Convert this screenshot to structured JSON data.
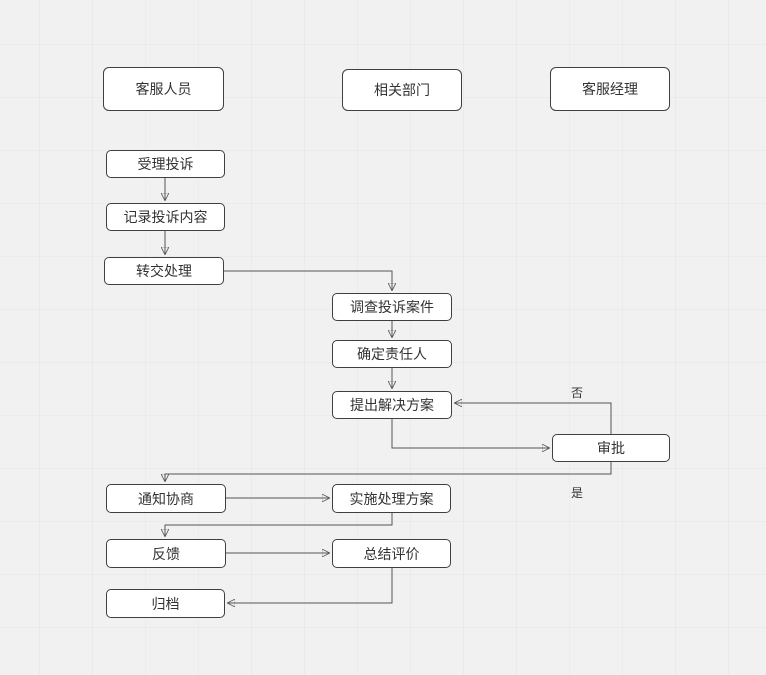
{
  "lanes": {
    "staff": "客服人员",
    "department": "相关部门",
    "manager": "客服经理"
  },
  "nodes": {
    "accept_complaint": "受理投诉",
    "record_content": "记录投诉内容",
    "transfer_handling": "转交处理",
    "investigate_case": "调查投诉案件",
    "identify_responsible": "确定责任人",
    "propose_solution": "提出解决方案",
    "approval": "审批",
    "notify_negotiation": "通知协商",
    "implement_plan": "实施处理方案",
    "feedback": "反馈",
    "summary_evaluation": "总结评价",
    "archive": "归档"
  },
  "edge_labels": {
    "no": "否",
    "yes": "是"
  },
  "colors": {
    "background": "#f1f1f1",
    "node_fill": "#ffffff",
    "node_border": "#3f3f3f",
    "line": "#555555",
    "arrowhead": "#333333",
    "text": "#333333"
  }
}
